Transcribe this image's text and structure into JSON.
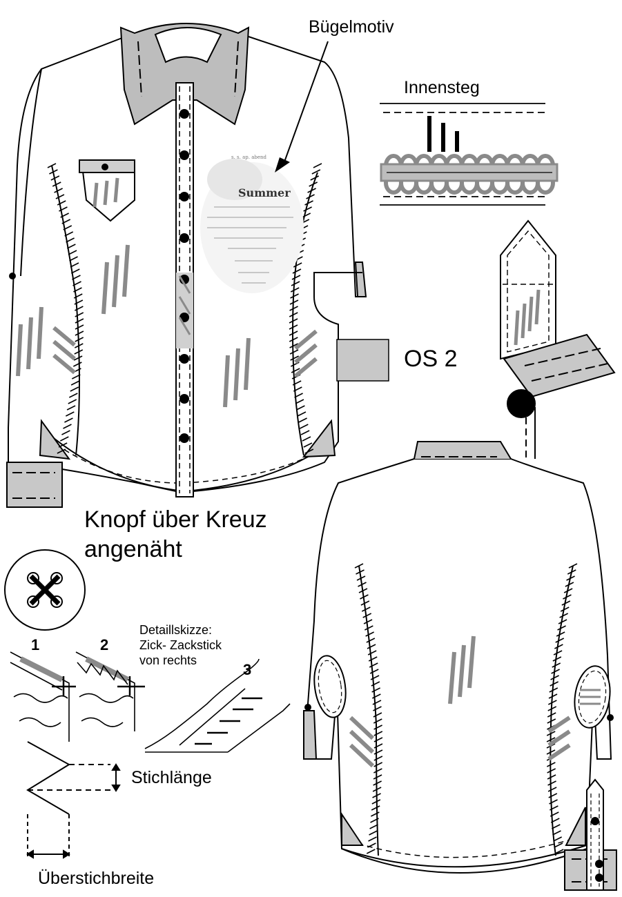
{
  "labels": {
    "buegelmotiv": "Bügelmotiv",
    "innensteg": "Innensteg",
    "os2": "OS 2",
    "knopf_line1": "Knopf über Kreuz",
    "knopf_line2": "angenäht",
    "detail_line1": "Detaillskizze:",
    "detail_line2": "Zick- Zackstick",
    "detail_line3": "von rechts",
    "step1": "1",
    "step2": "2",
    "step3": "3",
    "stichlaenge": "Stichlänge",
    "ueberstichbreite": "Überstichbreite"
  },
  "motif": {
    "headline": "Summer",
    "small_text": "s. s. ap. abend"
  },
  "colors": {
    "swatch_os2": "#c8c8c8",
    "line": "#000000",
    "stripe": "#8a8a8a"
  }
}
